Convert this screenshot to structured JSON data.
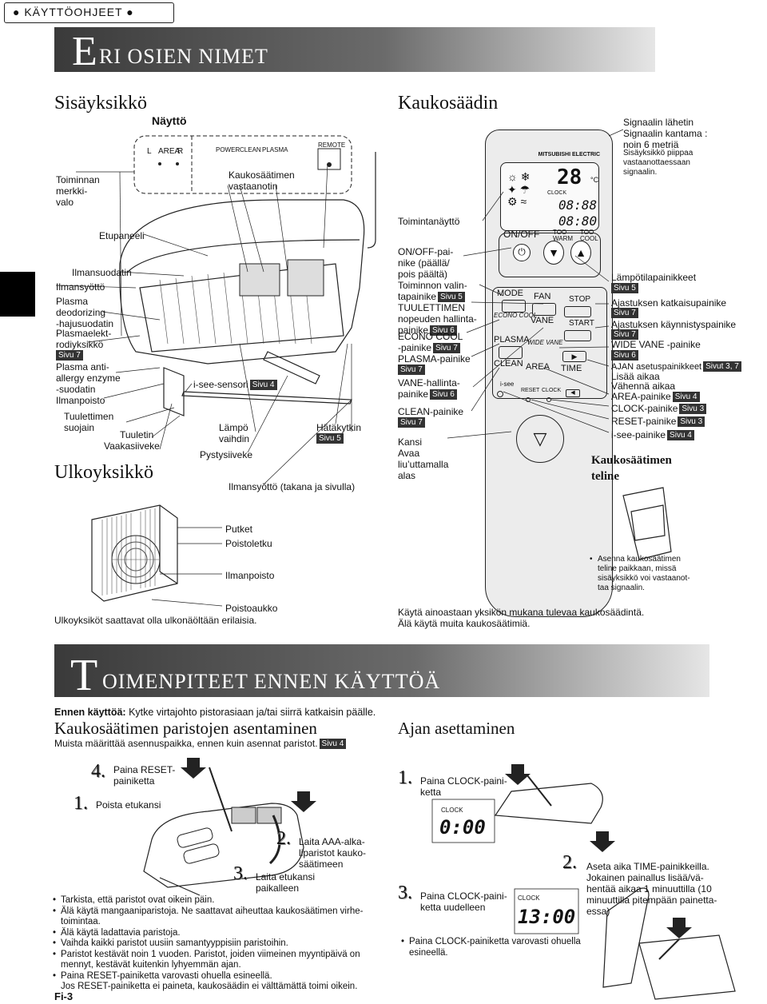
{
  "header": {
    "tag": "● KÄYTTÖOHJEET ●"
  },
  "section1": {
    "first": "E",
    "rest": "RI OSIEN NIMET"
  },
  "indoor": {
    "title": "Sisäyksikkö",
    "display_label": "Näyttö",
    "display_items": [
      "L",
      "AREA",
      "R",
      "POWER",
      "CLEAN",
      "PLASMA",
      "REMOTE"
    ],
    "remote_receiver": "Kaukosäätimen\nvastaanotin",
    "op_lamp": "Toiminnan\nmerkki-\nvalo",
    "front_panel": "Etupaneeli",
    "air_filter": "Ilmansuodatin",
    "intake": "Ilmansyöttö",
    "plasma_filter": "Plasma\ndeodorizing\n-hajusuodatin",
    "plasma_unit": "Plasmaelekt-\nrodiyksikkö",
    "plasma_unit_page": "Sivu 7",
    "enzyme": "Plasma anti-\nallergy enzyme\n-suodatin",
    "outlet": "Ilmanpoisto",
    "fan_guard": "Tuulettimen\nsuojain",
    "fan": "Tuuletin",
    "vane": "Vaakasiiveke",
    "isee": "i-see-sensori",
    "isee_page": "Sivu 4",
    "heat_exchanger": "Lämpö\nvaihdin",
    "vertical_vane": "Pystysiiveke",
    "emergency": "Hätäkytkin",
    "emergency_page": "Sivu 5",
    "side_intake": "Ilmansyöttö  (takana ja sivulla)"
  },
  "outdoor": {
    "title": "Ulkoyksikkö",
    "pipe": "Putket",
    "drain_hose": "Poistoletku",
    "outlet": "Ilmanpoisto",
    "drain_hole": "Poistoaukko",
    "note": "Ulkoyksiköt saattavat olla ulkonäöltään erilaisia."
  },
  "remote": {
    "title": "Kaukosäädin",
    "signal": "Signaalin lähetin\nSignaalin kantama :\nnoin 6 metriä",
    "signal_note": "Sisäyksikkö piippaa\nvastaanottaessaan\nsignaalin.",
    "display": "Toimintanäyttö",
    "onoff": "ON/OFF-pai-\nnike (päällä/\npois päältä)",
    "mode": "Toiminnon valin-\ntapainike",
    "mode_page": "Sivu 5",
    "fan": "TUULETTIMEN\nnopeuden hallinta-\npainike",
    "fan_page": "Sivu 6",
    "econo": "ECONO COOL\n-painike",
    "econo_page": "Sivu 7",
    "plasma": "PLASMA-painike",
    "plasma_page": "Sivu 7",
    "vane": "VANE-hallinta-\npainike",
    "vane_page": "Sivu 6",
    "clean": "CLEAN-painike",
    "clean_page": "Sivu 7",
    "cover": "Kansi\nAvaa\nliu’uttamalla\nalas",
    "temp": "Lämpötilapainikkeet",
    "temp_page": "Sivu 5",
    "stop": "Ajastuksen katkaisupainike",
    "stop_page": "Sivu 7",
    "start": "Ajastuksen käynnistyspainike",
    "start_page": "Sivu 7",
    "widevane": "WIDE VANE -painike",
    "widevane_page": "Sivu 6",
    "time": "AJAN asetuspainikkeet",
    "time_page": "Sivut 3, 7",
    "time_more": "Lisää aikaa",
    "time_less": "Vähennä aikaa",
    "area": "AREA-painike",
    "area_page": "Sivu 4",
    "clock": "CLOCK-painike",
    "clock_page": "Sivu 3",
    "reset": "RESET-painike",
    "reset_page": "Sivu 3",
    "isee": "i-see-painike",
    "isee_page": "Sivu 4",
    "holder_title": "Kaukosäätimen\nteline",
    "holder_note": "Asenna kaukosäätimen\nteline paikkaan, missä\nsisäyksikkö voi vastaanot-\ntaa signaalin.",
    "note": "Käytä ainoastaan yksikön mukana tulevaa kaukosäädintä.\nÄlä käytä muita kaukosäätimiä.",
    "brand": "MITSUBISHI ELECTRIC",
    "btn_onoff": "ON/OFF",
    "btn_warm": "TOO\nWARM",
    "btn_cool": "TOO\nCOOL",
    "btn_mode": "MODE",
    "btn_fan": "FAN",
    "btn_stop": "STOP",
    "btn_econo": "ECONO COOL",
    "btn_vane": "VANE",
    "btn_start": "START",
    "btn_plasma": "PLASMA",
    "btn_wide": "WIDE VANE",
    "btn_clean": "CLEAN",
    "btn_area": "AREA",
    "btn_time": "TIME",
    "btn_isee": "i-see",
    "btn_reset": "RESET",
    "btn_clock": "CLOCK",
    "lcd_temp": "28",
    "lcd_clock_word": "CLOCK",
    "lcd_time1": "08:88",
    "lcd_time2": "08:80"
  },
  "section2": {
    "first": "T",
    "rest": "OIMENPITEET ENNEN KÄYTTÖÄ"
  },
  "before": {
    "lead_bold": "Ennen käyttöä:",
    "lead_text": " Kytke virtajohto pistorasiaan ja/tai siirrä katkaisin päälle."
  },
  "battery": {
    "title": "Kaukosäätimen paristojen asentaminen",
    "sub": "Muista määrittää asennuspaikka, ennen kuin asennat paristot.",
    "sub_page": "Sivu 4",
    "s1": "1.",
    "s1_text": "Poista etukansi",
    "s2": "2.",
    "s2_text": "Laita AAA-alka-\nliparistot kauko-\nsäätimeen",
    "s3": "3.",
    "s3_text": "Laita etukansi\npaikalleen",
    "s4": "4.",
    "s4_text": "Paina RESET-\npainiketta",
    "bullets": [
      "Tarkista, että paristot ovat oikein päin.",
      "Älä käytä mangaaniparistoja. Ne saattavat aiheuttaa kaukosäätimen virhe-\ntoimintaa.",
      "Älä käytä ladattavia paristoja.",
      "Vaihda kaikki paristot uusiin samantyyppisiin paristoihin.",
      "Paristot kestävät noin 1 vuoden. Paristot, joiden viimeinen myyntipäivä on\nmennyt, kestävät kuitenkin lyhyemmän ajan.",
      "Paina RESET-painiketta varovasti ohuella esineellä.\nJos RESET-painiketta ei paineta, kaukosäädin ei välttämättä toimi oikein."
    ]
  },
  "clockset": {
    "title": "Ajan asettaminen",
    "s1": "1.",
    "s1_text": "Paina CLOCK-paini-\nketta",
    "s2": "2.",
    "s2_text": "Aseta aika TIME-painikkeilla.\nJokainen painallus lisää/vä-\nhentää aikaa 1 minuuttilla (10\nminuuttilla pitempään painetta-\nessa)",
    "s3": "3.",
    "s3_text": "Paina CLOCK-paini-\nketta uudelleen",
    "lcd1_label": "CLOCK",
    "lcd1_time": "0:00",
    "lcd2_label": "CLOCK",
    "lcd2_time": "13:00",
    "bullet": "Paina CLOCK-painiketta varovasti ohuella\nesineellä."
  },
  "footer": {
    "page": "Fi-3"
  }
}
